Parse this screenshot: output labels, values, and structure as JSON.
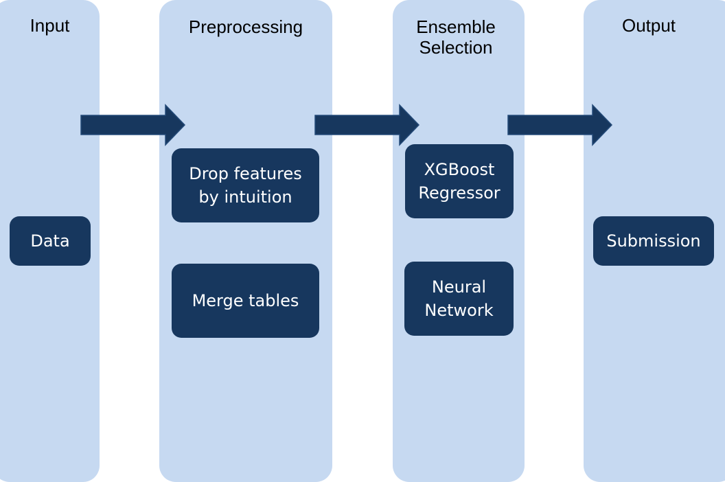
{
  "colors": {
    "column_fill": "#c6d9f1",
    "node_fill": "#17375e",
    "node_text": "#ffffff",
    "arrow_fill": "#17375e",
    "arrow_stroke": "#244a78"
  },
  "columns": [
    {
      "title": "Input",
      "nodes": [
        {
          "label": "Data"
        }
      ]
    },
    {
      "title": "Preprocessing",
      "nodes": [
        {
          "label": "Drop features\nby intuition"
        },
        {
          "label": "Merge tables"
        }
      ]
    },
    {
      "title": "Ensemble\nSelection",
      "nodes": [
        {
          "label": "XGBoost\nRegressor"
        },
        {
          "label": "Neural\nNetwork"
        }
      ]
    },
    {
      "title": "Output",
      "nodes": [
        {
          "label": "Submission"
        }
      ]
    }
  ],
  "arrows": [
    {
      "from": "Input",
      "to": "Preprocessing"
    },
    {
      "from": "Preprocessing",
      "to": "Ensemble\nSelection"
    },
    {
      "from": "Ensemble\nSelection",
      "to": "Output"
    }
  ]
}
